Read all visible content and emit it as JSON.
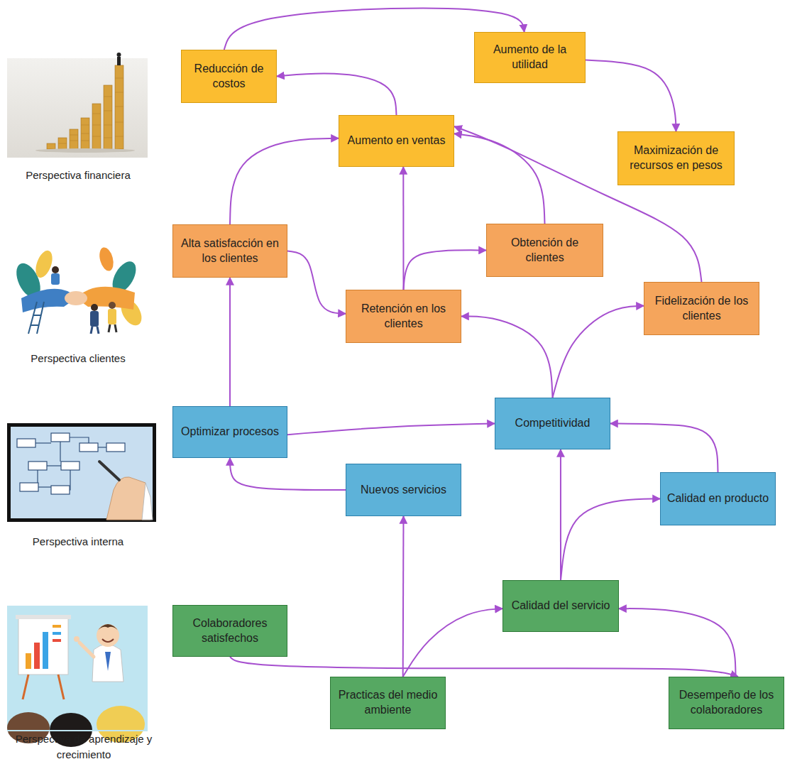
{
  "diagram": {
    "nodes": [
      {
        "text": [
          "Reducción de costos"
        ]
      },
      {
        "text": [
          "Aumento de la utilidad"
        ]
      },
      {
        "text": [
          "Aumento en ventas"
        ]
      },
      {
        "text": [
          "Maximización de recursos en pesos"
        ]
      },
      {
        "text": [
          "Alta satisfacción en los clientes"
        ]
      },
      {
        "text": [
          "Obtención de clientes"
        ]
      },
      {
        "text": [
          "Retención en los clientes"
        ]
      },
      {
        "text": [
          "Fidelización de los clientes"
        ]
      },
      {
        "text": [
          "Optimizar procesos"
        ]
      },
      {
        "text": [
          "Competitividad"
        ]
      },
      {
        "text": [
          "Nuevos servicios"
        ]
      },
      {
        "text": [
          "Calidad en producto"
        ]
      },
      {
        "text": [
          "Colaboradores satisfechos"
        ]
      },
      {
        "text": [
          "Calidad del servicio"
        ]
      },
      {
        "text": [
          "Practicas del medio ambiente"
        ]
      },
      {
        "text": [
          "Desempeño de los colaboradores"
        ]
      }
    ],
    "edges": [
      {
        "from": 0,
        "to": 1,
        "arrow": "to"
      },
      {
        "from": 1,
        "to": 3,
        "arrow": "to"
      },
      {
        "from": 2,
        "to": 0,
        "arrow": "to"
      },
      {
        "from": 4,
        "to": 2,
        "arrow": "to"
      },
      {
        "from": 4,
        "to": 6,
        "arrow": "to"
      },
      {
        "from": 6,
        "to": 2,
        "arrow": "to"
      },
      {
        "from": 6,
        "to": 5,
        "arrow": "to"
      },
      {
        "from": 5,
        "to": 2,
        "arrow": "to"
      },
      {
        "from": 7,
        "to": 2,
        "arrow": "to"
      },
      {
        "from": 8,
        "to": 4,
        "arrow": "to"
      },
      {
        "from": 8,
        "to": 9,
        "arrow": "to"
      },
      {
        "from": 9,
        "to": 6,
        "arrow": "to"
      },
      {
        "from": 9,
        "to": 7,
        "arrow": "to"
      },
      {
        "from": 10,
        "to": 8,
        "arrow": "to"
      },
      {
        "from": 11,
        "to": 9,
        "arrow": "to"
      },
      {
        "from": 13,
        "to": 9,
        "arrow": "to"
      },
      {
        "from": 13,
        "to": 11,
        "arrow": "to"
      },
      {
        "from": 14,
        "to": 10,
        "arrow": "to"
      },
      {
        "from": 14,
        "to": 13,
        "arrow": "to"
      },
      {
        "from": 12,
        "to": 15,
        "arrow": "to"
      },
      {
        "from": 15,
        "to": 13,
        "arrow": "to"
      }
    ],
    "labels": [
      "Perspectiva financiera",
      "Perspectiva clientes",
      "Perspectiva interna",
      "Perspectiva de aprendizaje y crecimiento"
    ]
  }
}
